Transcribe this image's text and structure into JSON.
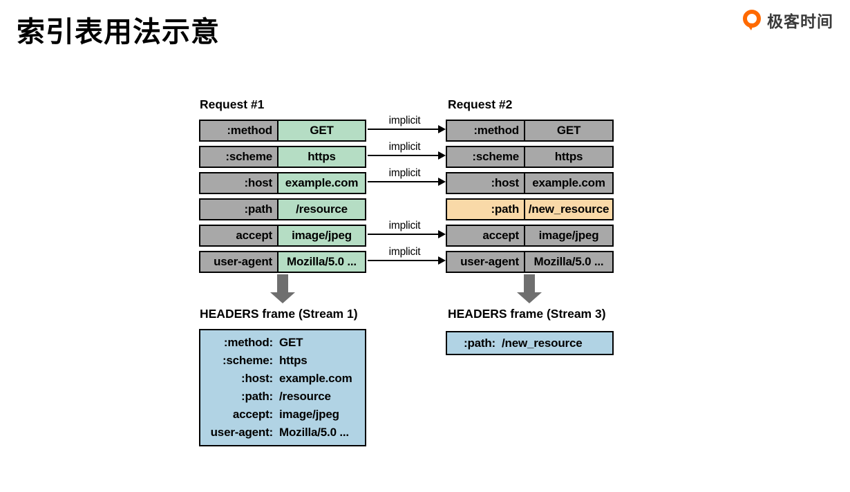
{
  "page": {
    "title": "索引表用法示意",
    "brand": "极客时间"
  },
  "colors": {
    "label_gray": "#a8a8a8",
    "value_green": "#b5ddc4",
    "value_gray": "#a8a8a8",
    "path_orange": "#f9d9a8",
    "frame_blue": "#b1d3e4",
    "big_arrow": "#6f6f6f",
    "brand_orange": "#ff6a00",
    "border": "#000000"
  },
  "request1": {
    "title": "Request #1",
    "rows": [
      {
        "label": ":method",
        "value": "GET",
        "tone": "green"
      },
      {
        "label": ":scheme",
        "value": "https",
        "tone": "green"
      },
      {
        "label": ":host",
        "value": "example.com",
        "tone": "green"
      },
      {
        "label": ":path",
        "value": "/resource",
        "tone": "green"
      },
      {
        "label": "accept",
        "value": "image/jpeg",
        "tone": "green"
      },
      {
        "label": "user-agent",
        "value": "Mozilla/5.0 ...",
        "tone": "green"
      }
    ]
  },
  "request2": {
    "title": "Request #2",
    "rows": [
      {
        "label": ":method",
        "value": "GET",
        "tone": "gray"
      },
      {
        "label": ":scheme",
        "value": "https",
        "tone": "gray"
      },
      {
        "label": ":host",
        "value": "example.com",
        "tone": "gray"
      },
      {
        "label": ":path",
        "value": "/new_resource",
        "tone": "orange"
      },
      {
        "label": "accept",
        "value": "image/jpeg",
        "tone": "gray"
      },
      {
        "label": "user-agent",
        "value": "Mozilla/5.0 ...",
        "tone": "gray"
      }
    ]
  },
  "arrows": [
    {
      "row": 0,
      "label": "implicit"
    },
    {
      "row": 1,
      "label": "implicit"
    },
    {
      "row": 2,
      "label": "implicit"
    },
    {
      "row": 4,
      "label": "implicit"
    },
    {
      "row": 5,
      "label": "implicit"
    }
  ],
  "frame1": {
    "title": "HEADERS frame (Stream 1)",
    "lines": [
      {
        "label": ":method:",
        "value": "GET"
      },
      {
        "label": ":scheme:",
        "value": "https"
      },
      {
        "label": ":host:",
        "value": "example.com"
      },
      {
        "label": ":path:",
        "value": "/resource"
      },
      {
        "label": "accept:",
        "value": "image/jpeg"
      },
      {
        "label": "user-agent:",
        "value": "Mozilla/5.0 ..."
      }
    ]
  },
  "frame3": {
    "title": "HEADERS frame (Stream 3)",
    "lines": [
      {
        "label": ":path:",
        "value": "/new_resource"
      }
    ]
  }
}
